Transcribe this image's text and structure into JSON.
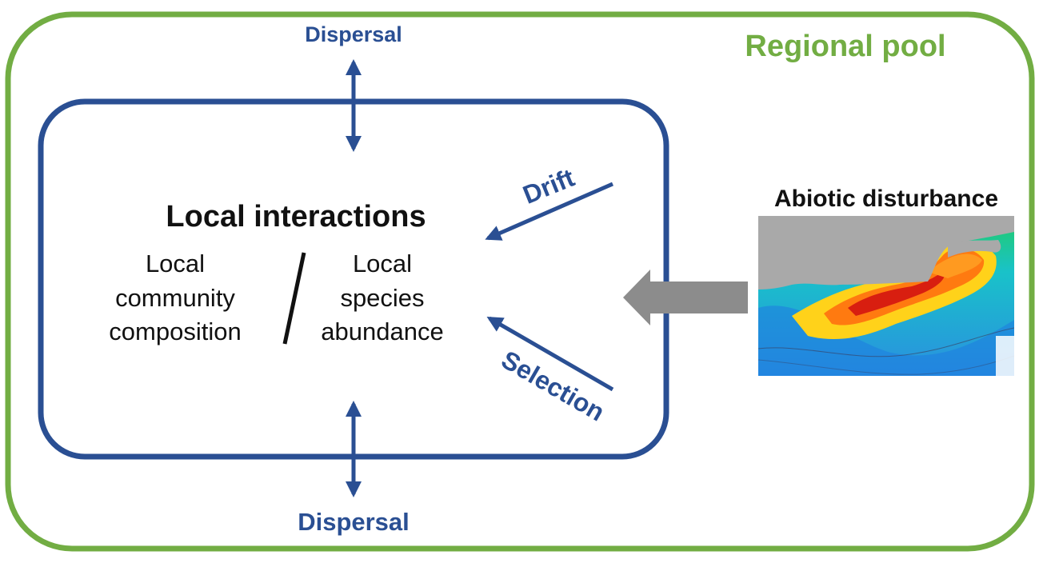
{
  "regional_pool": {
    "label": "Regional pool",
    "color": "#72ad43"
  },
  "local_box": {
    "color": "#2a4f93"
  },
  "dispersal_top": {
    "label": "Dispersal"
  },
  "dispersal_bottom": {
    "label": "Dispersal"
  },
  "local_interactions": {
    "title": "Local interactions",
    "left_text": [
      "Local",
      "community",
      "composition"
    ],
    "right_text": [
      "Local",
      "species",
      "abundance"
    ]
  },
  "drift": {
    "label": "Drift"
  },
  "selection": {
    "label": "Selection"
  },
  "abiotic_disturbance": {
    "label": "Abiotic disturbance",
    "arrow_color": "#8c8c8c"
  }
}
